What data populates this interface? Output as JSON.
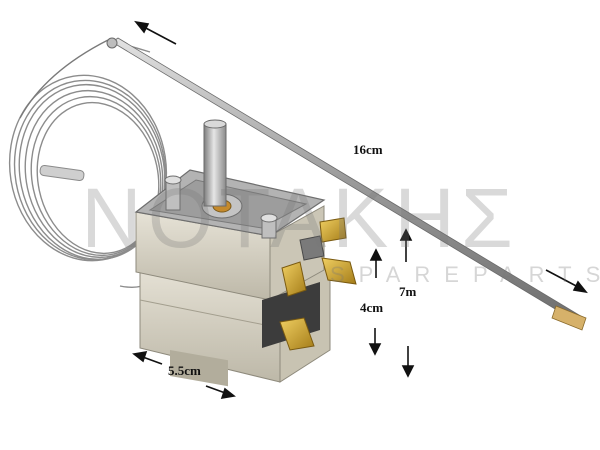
{
  "watermark": {
    "brand": "NOTAKHΣ",
    "tagline": "SPAREPARTS"
  },
  "dimensions": {
    "length_label": "16cm",
    "height_small_label": "7m",
    "height_body_label": "4cm",
    "width_label": "5.5cm"
  },
  "colors": {
    "metal": "#a9a9a9",
    "ceramic": "#d8d4c6",
    "brass": "#c9a232",
    "arrow": "#111111"
  }
}
